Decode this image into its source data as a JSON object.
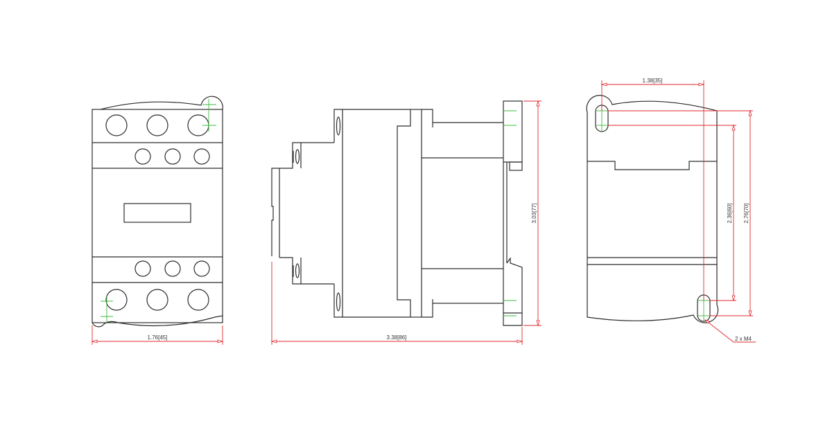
{
  "drawing": {
    "subject": "Contactor dimensional drawing",
    "views": [
      {
        "name": "front-view"
      },
      {
        "name": "side-view"
      },
      {
        "name": "rear-view"
      }
    ],
    "dimensions": {
      "front_width": "1.76[45]",
      "side_depth": "3.38[86]",
      "side_height": "3.03[77]",
      "rear_hole_spacing_horizontal": "1.38[35]",
      "rear_hole_spacing_inner": "2.36[60]",
      "rear_hole_spacing_outer": "2.76[70]",
      "mounting_holes": "2 x M4"
    },
    "colors": {
      "outline": "#2b2b2b",
      "dimension": "#e0262b",
      "centerline": "#3cba3c",
      "background": "#ffffff"
    }
  }
}
